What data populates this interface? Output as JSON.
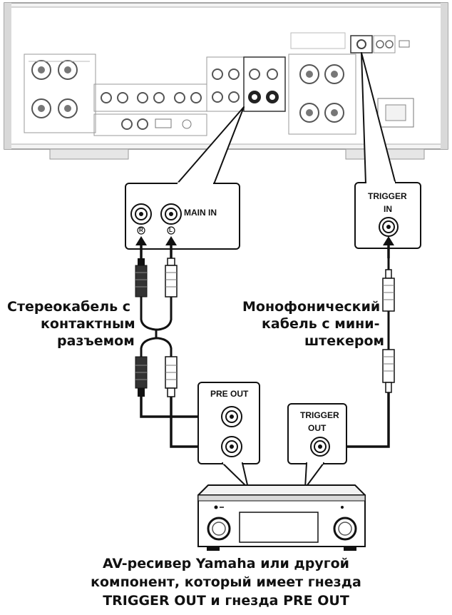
{
  "labels": {
    "main_in": "MAIN IN",
    "jack_r": "R",
    "jack_l": "L",
    "trigger_in_line1": "TRIGGER",
    "trigger_in_line2": "IN",
    "pre_out": "PRE OUT",
    "trigger_out_line1": "TRIGGER",
    "trigger_out_line2": "OUT"
  },
  "captions": {
    "stereo_cable": [
      "Стереокабель с",
      "контактным",
      "разъемом"
    ],
    "mono_cable": [
      "Монофонический",
      "кабель с мини-",
      "штекером"
    ],
    "receiver": [
      "AV-ресивер Yamaha или другой",
      "компонент, который имеет гнезда",
      "TRIGGER OUT и гнезда PRE OUT"
    ]
  },
  "colors": {
    "line": "#111111",
    "panel_fill": "#ffffff",
    "panel_line": "#9a9a9a",
    "device_shade": "#d9d9d9"
  }
}
